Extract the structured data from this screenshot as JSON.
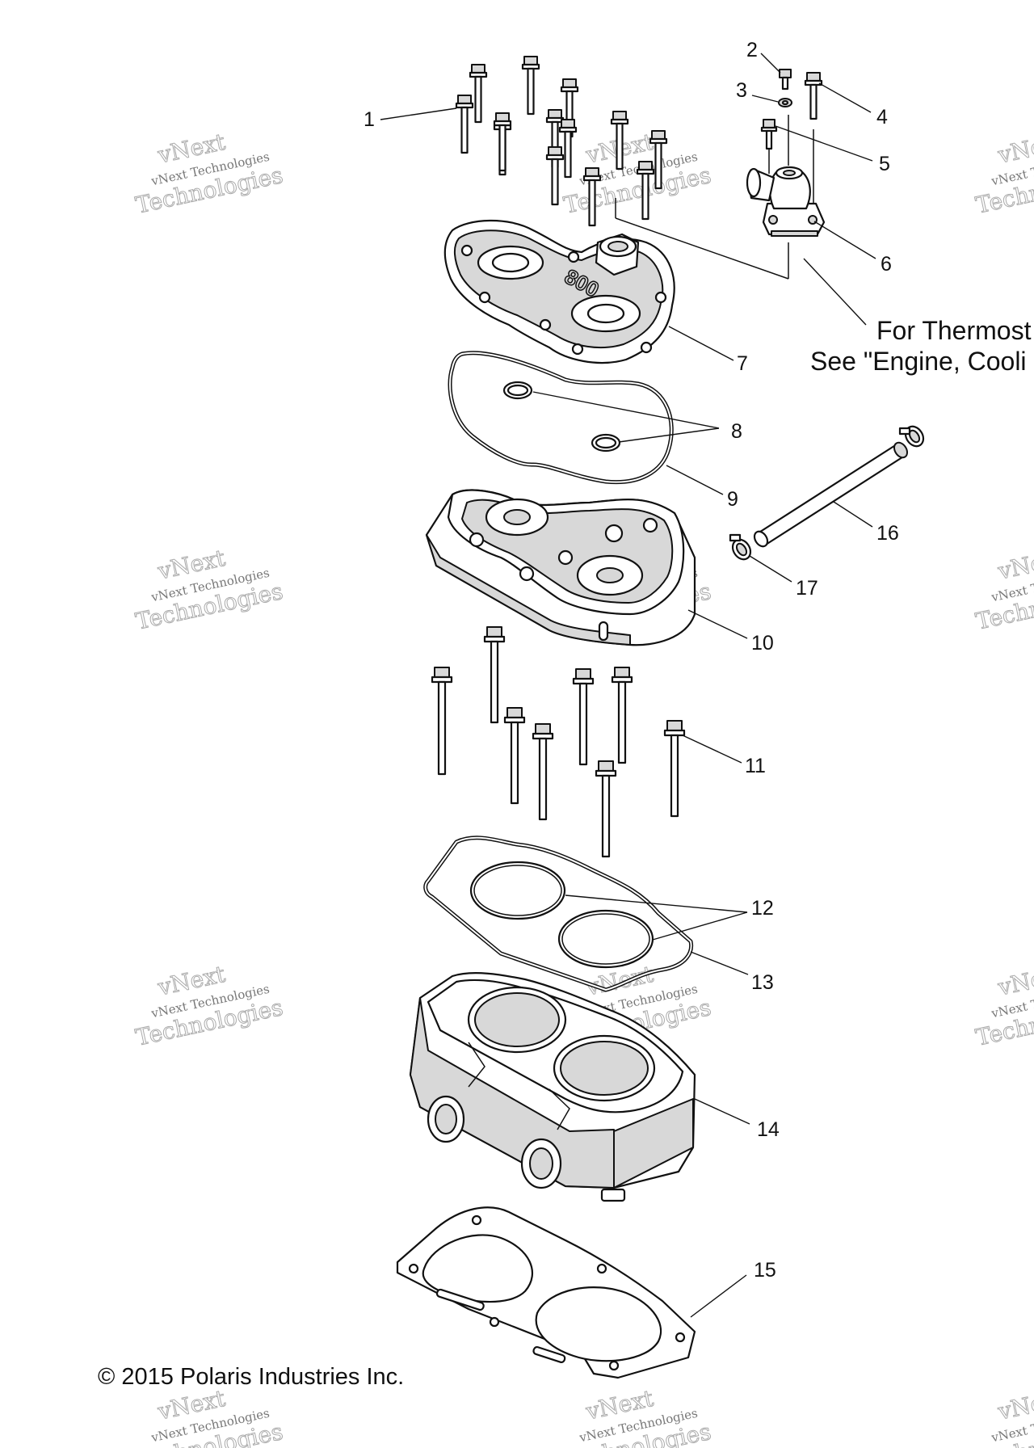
{
  "callouts": [
    {
      "id": "1",
      "label": "1"
    },
    {
      "id": "2",
      "label": "2"
    },
    {
      "id": "3",
      "label": "3"
    },
    {
      "id": "4",
      "label": "4"
    },
    {
      "id": "5",
      "label": "5"
    },
    {
      "id": "6",
      "label": "6"
    },
    {
      "id": "7",
      "label": "7"
    },
    {
      "id": "8",
      "label": "8"
    },
    {
      "id": "9",
      "label": "9"
    },
    {
      "id": "10",
      "label": "10"
    },
    {
      "id": "11",
      "label": "11"
    },
    {
      "id": "12",
      "label": "12"
    },
    {
      "id": "13",
      "label": "13"
    },
    {
      "id": "14",
      "label": "14"
    },
    {
      "id": "15",
      "label": "15"
    },
    {
      "id": "16",
      "label": "16"
    },
    {
      "id": "17",
      "label": "17"
    }
  ],
  "note": {
    "line1": "For Thermost",
    "line2": "See \"Engine, Cooli"
  },
  "copyright": "© 2015 Polaris Industries Inc.",
  "watermark": {
    "small": "vNext Technologies",
    "large": "Technologies",
    "script": "vNext"
  },
  "head_cover_text": "800"
}
